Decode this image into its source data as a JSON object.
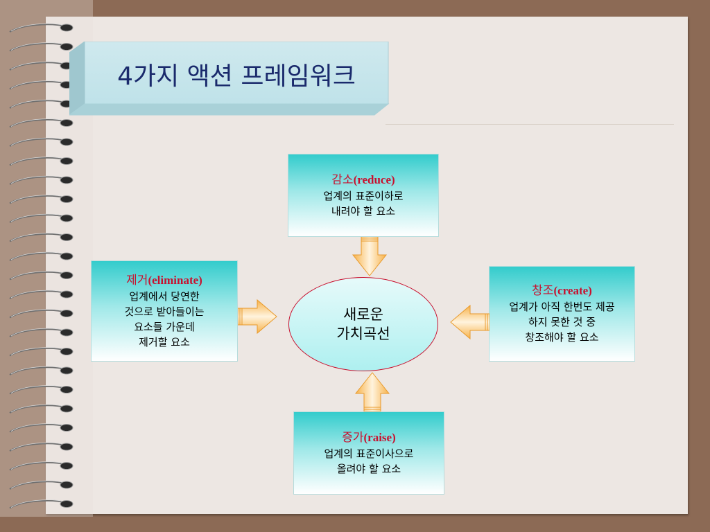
{
  "title": "4가지 액션 프레임워크",
  "center": {
    "line1": "새로운",
    "line2": "가치곡선"
  },
  "reduce": {
    "head_ko": "감소",
    "head_en": "(reduce)",
    "line1": "업계의 표준이하로",
    "line2": "내려야 할 요소"
  },
  "eliminate": {
    "head_ko": "제거",
    "head_en": "(eliminate)",
    "line1": "업계에서 당연한",
    "line2": "것으로 받아들이는",
    "line3": "요소들 가운데",
    "line4": "제거할 요소"
  },
  "create": {
    "head_ko": "창조",
    "head_en": "(create)",
    "line1": "업계가 아직 한번도 제공",
    "line2": "하지 못한 것 중",
    "line3": "창조해야 할 요소"
  },
  "raise": {
    "head_ko": "증가",
    "head_en": "(raise)",
    "line1": "업계의 표준이사으로",
    "line2": "올려야 할 요소"
  },
  "colors": {
    "accent_red": "#c8102e",
    "box_teal": "#33cccc",
    "arrow_orange": "#f5a623",
    "title_blue": "#1a2a6c"
  },
  "icons": {
    "binder": "spiral-binding-icon",
    "arrow": "block-arrow-icon"
  }
}
